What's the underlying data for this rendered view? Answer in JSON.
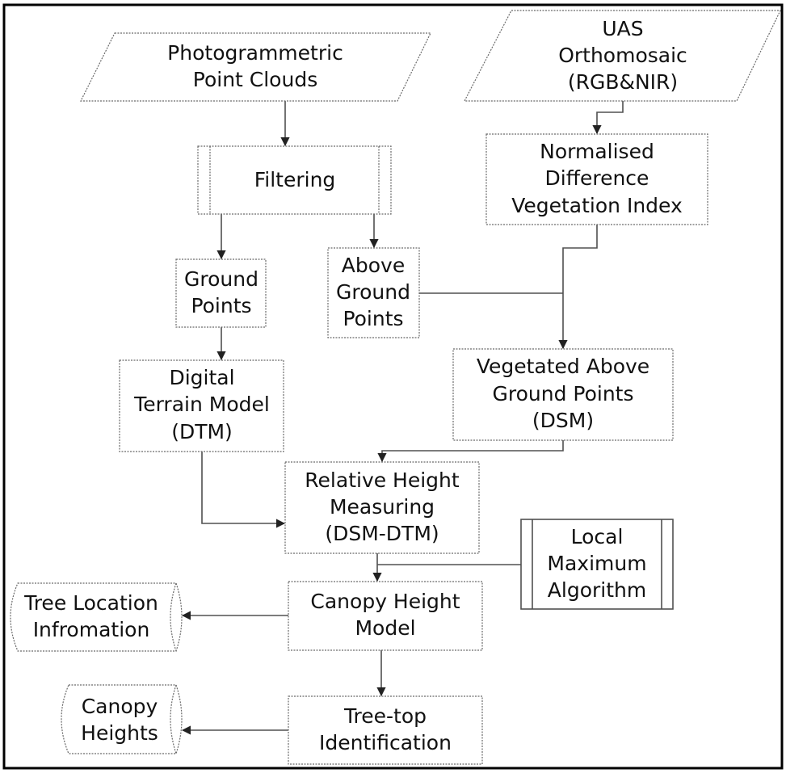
{
  "diagram": {
    "type": "flowchart",
    "nodes": {
      "point_clouds": {
        "shape": "parallelogram",
        "lines": [
          "Photogrammetric",
          "Point Clouds"
        ]
      },
      "orthomosaic": {
        "shape": "parallelogram",
        "lines": [
          "UAS",
          "Orthomosaic",
          "(RGB&NIR)"
        ]
      },
      "filtering": {
        "shape": "predefined-process",
        "lines": [
          "Filtering"
        ]
      },
      "ndvi": {
        "shape": "process",
        "lines": [
          "Normalised",
          "Difference",
          "Vegetation Index"
        ]
      },
      "ground_points": {
        "shape": "process",
        "lines": [
          "Ground",
          "Points"
        ]
      },
      "above_ground_points": {
        "shape": "process",
        "lines": [
          "Above",
          "Ground",
          "Points"
        ]
      },
      "dtm": {
        "shape": "process",
        "lines": [
          "Digital",
          "Terrain Model",
          "(DTM)"
        ]
      },
      "vegetated_points": {
        "shape": "process",
        "lines": [
          "Vegetated Above",
          "Ground Points",
          "(DSM)"
        ]
      },
      "relative_height": {
        "shape": "process",
        "lines": [
          "Relative Height",
          "Measuring",
          "(DSM-DTM)"
        ]
      },
      "local_maximum": {
        "shape": "predefined-process",
        "lines": [
          "Local",
          "Maximum",
          "Algorithm"
        ]
      },
      "chm": {
        "shape": "process",
        "lines": [
          "Canopy Height",
          "Model"
        ]
      },
      "tree_location": {
        "shape": "stored-data",
        "lines": [
          "Tree Location",
          "Infromation"
        ]
      },
      "treetop": {
        "shape": "process",
        "lines": [
          "Tree-top",
          "Identification"
        ]
      },
      "canopy_heights": {
        "shape": "stored-data",
        "lines": [
          "Canopy",
          "Heights"
        ]
      }
    },
    "edges": [
      {
        "from": "point_clouds",
        "to": "filtering"
      },
      {
        "from": "orthomosaic",
        "to": "ndvi"
      },
      {
        "from": "filtering",
        "to": "ground_points"
      },
      {
        "from": "filtering",
        "to": "above_ground_points"
      },
      {
        "from": "ground_points",
        "to": "dtm"
      },
      {
        "from": "above_ground_points",
        "to": "vegetated_points"
      },
      {
        "from": "ndvi",
        "to": "vegetated_points"
      },
      {
        "from": "vegetated_points",
        "to": "relative_height"
      },
      {
        "from": "dtm",
        "to": "relative_height"
      },
      {
        "from": "relative_height",
        "to": "chm"
      },
      {
        "from": "local_maximum",
        "to": "chm"
      },
      {
        "from": "chm",
        "to": "tree_location"
      },
      {
        "from": "chm",
        "to": "treetop"
      },
      {
        "from": "treetop",
        "to": "canopy_heights"
      }
    ]
  }
}
